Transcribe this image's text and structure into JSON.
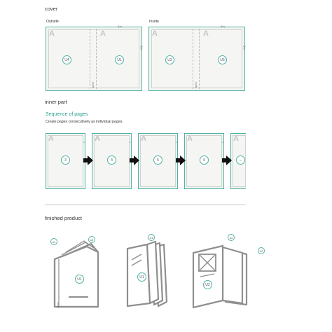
{
  "cover": {
    "title": "cover",
    "outside_label": "Outside",
    "inside_label": "Inside",
    "page_letter": "A",
    "spine_label": "Spine",
    "outside_pages": [
      "U4",
      "U1"
    ],
    "inside_pages": [
      "U2",
      "U3"
    ]
  },
  "inner": {
    "title": "inner part",
    "sequence_title": "Sequence of pages",
    "sequence_desc": "Create pages consecutively as individual pages.",
    "page_letter": "A",
    "pages": [
      "3",
      "4",
      "5",
      "6",
      "..."
    ]
  },
  "finished": {
    "title": "finished product",
    "badges": [
      "U1",
      "U4",
      "U1",
      "U2"
    ],
    "spine_label": "Spine"
  },
  "colors": {
    "accent": "#4fb3a6",
    "arrow": "#111111",
    "line": "#8f8f8f"
  },
  "icons": [
    "scissors-icon",
    "arrow-right-icon"
  ]
}
